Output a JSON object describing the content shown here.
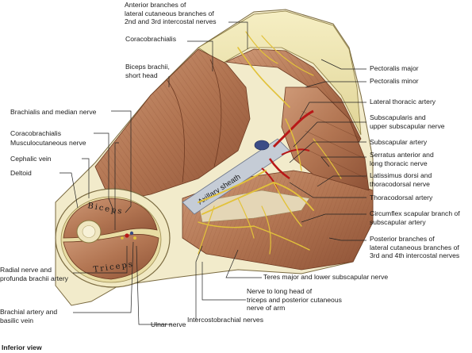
{
  "figure": {
    "view_label": "Inferior view",
    "tube_labels": {
      "biceps": "Biceps",
      "triceps": "Triceps",
      "axillary_sheath": "Axillary sheath"
    },
    "labels": {
      "anterior_branches": "Anterior branches of\nlateral cutaneous branches of\n2nd and 3rd intercostal nerves",
      "coracobrachialis_top": "Coracobrachialis",
      "biceps_short_head": "Biceps brachii,\nshort head",
      "brachialis_median": "Brachialis and median nerve",
      "coracobrachialis_left": "Coracobrachialis",
      "musculocutaneous": "Musculocutaneous nerve",
      "cephalic_vein": "Cephalic vein",
      "deltoid": "Deltoid",
      "radial_nerve": "Radial nerve and\nprofunda brachii artery",
      "brachial_artery": "Brachial artery and\nbasilic vein",
      "ulnar_nerve": "Ulnar nerve",
      "intercostobrachial": "Intercostobrachial nerves",
      "nerve_long_head": "Nerve to long head of\ntriceps and posterior cutaneous\nnerve of arm",
      "teres_major": "Teres major and lower subscapular nerve",
      "pectoralis_major": "Pectoralis major",
      "pectoralis_minor": "Pectoralis minor",
      "lateral_thoracic": "Lateral thoracic artery",
      "subscapularis": "Subscapularis and\nupper subscapular nerve",
      "subscapular_artery": "Subscapular artery",
      "serratus": "Serratus anterior and\nlong thoracic nerve",
      "latissimus": "Latissimus dorsi and\nthoracodorsal nerve",
      "thoracodorsal_artery": "Thoracodorsal artery",
      "circumflex": "Circumflex scapular branch of\nsubscapular artery",
      "posterior_branches": "Posterior branches of\nlateral cutaneous branches of\n3rd and 4th intercostal nerves"
    },
    "colors": {
      "muscle": "#b9805e",
      "muscle_dark": "#8c4f34",
      "fascia": "#e6dca0",
      "fat": "#efe6a6",
      "nerve": "#e8c840",
      "artery": "#c01818",
      "vein": "#3a4a8a",
      "sheath": "#b8c2d0",
      "bone": "#e9e0b8",
      "skin": "#f3eccc",
      "leader": "#222222"
    }
  }
}
